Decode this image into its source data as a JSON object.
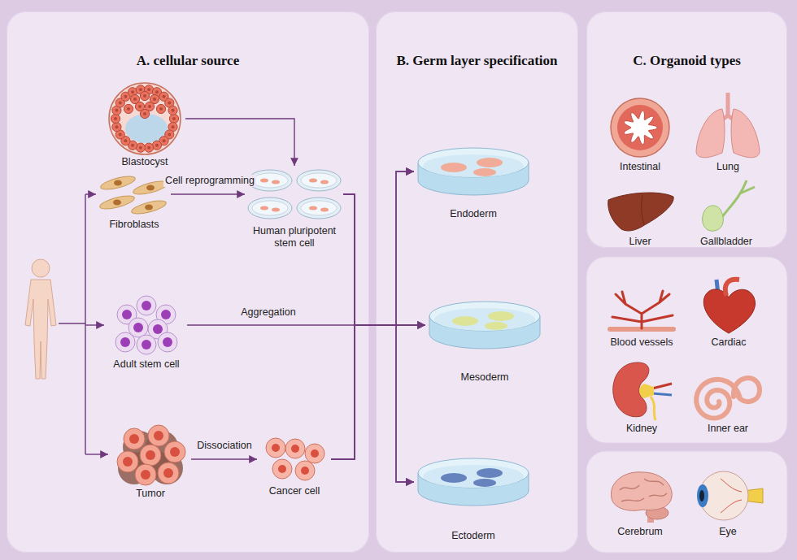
{
  "diagram": {
    "nodes": [
      {
        "text": [
          "A. cellular source"
        ]
      },
      {
        "text": [
          "Blastocyst"
        ],
        "in": 0
      },
      {
        "text": [
          "Fibroblasts"
        ],
        "in": 0
      },
      {
        "text": [
          "Human pluripotent stem cell"
        ],
        "in": 0
      },
      {
        "text": [
          "Adult stem cell"
        ],
        "in": 0
      },
      {
        "text": [
          "Tumor"
        ],
        "in": 0
      },
      {
        "text": [
          "Cancer cell"
        ],
        "in": 0
      },
      {
        "text": [
          "B. Germ layer specification"
        ]
      },
      {
        "text": [
          "Endoderm"
        ],
        "in": 7
      },
      {
        "text": [
          "Mesoderm"
        ],
        "in": 7
      },
      {
        "text": [
          "Ectoderm"
        ],
        "in": 7
      },
      {
        "text": [
          "C. Organoid types"
        ]
      },
      {
        "text": [
          "Intestinal"
        ],
        "in": 11
      },
      {
        "text": [
          "Lung"
        ],
        "in": 11
      },
      {
        "text": [
          "Liver"
        ],
        "in": 11
      },
      {
        "text": [
          "Gallbladder"
        ],
        "in": 11
      },
      {
        "text": [
          "Blood vessels"
        ]
      },
      {
        "text": [
          "Cardiac"
        ]
      },
      {
        "text": [
          "Kidney"
        ]
      },
      {
        "text": [
          "Inner ear"
        ]
      },
      {
        "text": [
          "Cerebrum"
        ]
      },
      {
        "text": [
          "Eye"
        ]
      }
    ],
    "edges": [
      {
        "from": 1,
        "to": 3,
        "arrow": "to"
      },
      {
        "from": 2,
        "to": 3,
        "label": "Cell reprogramming",
        "arrow": "to"
      },
      {
        "from": 5,
        "to": 6,
        "label": "Dissociation",
        "arrow": "to"
      },
      {
        "from": 4,
        "to": 9,
        "label": "Aggregation",
        "arrow": "to"
      },
      {
        "from": 3,
        "to": 8,
        "arrow": "to"
      },
      {
        "from": 3,
        "to": 9,
        "arrow": "to"
      },
      {
        "from": 3,
        "to": 10,
        "arrow": "to"
      },
      {
        "from": 6,
        "to": 8,
        "arrow": "to"
      },
      {
        "from": 6,
        "to": 9,
        "arrow": "to"
      },
      {
        "from": 6,
        "to": 10,
        "arrow": "to"
      }
    ]
  }
}
